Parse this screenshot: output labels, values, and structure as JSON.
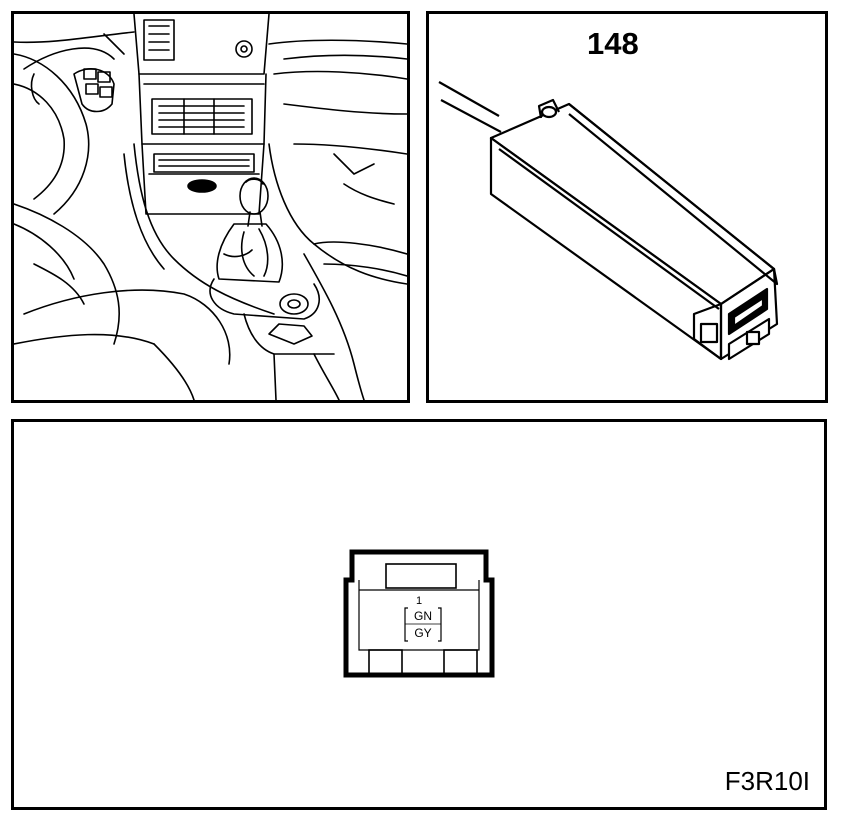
{
  "connector": {
    "number": "148"
  },
  "pinout": {
    "pin_number": "1",
    "wire_colors": [
      "GN",
      "GY"
    ]
  },
  "figure_code": "F3R10I"
}
